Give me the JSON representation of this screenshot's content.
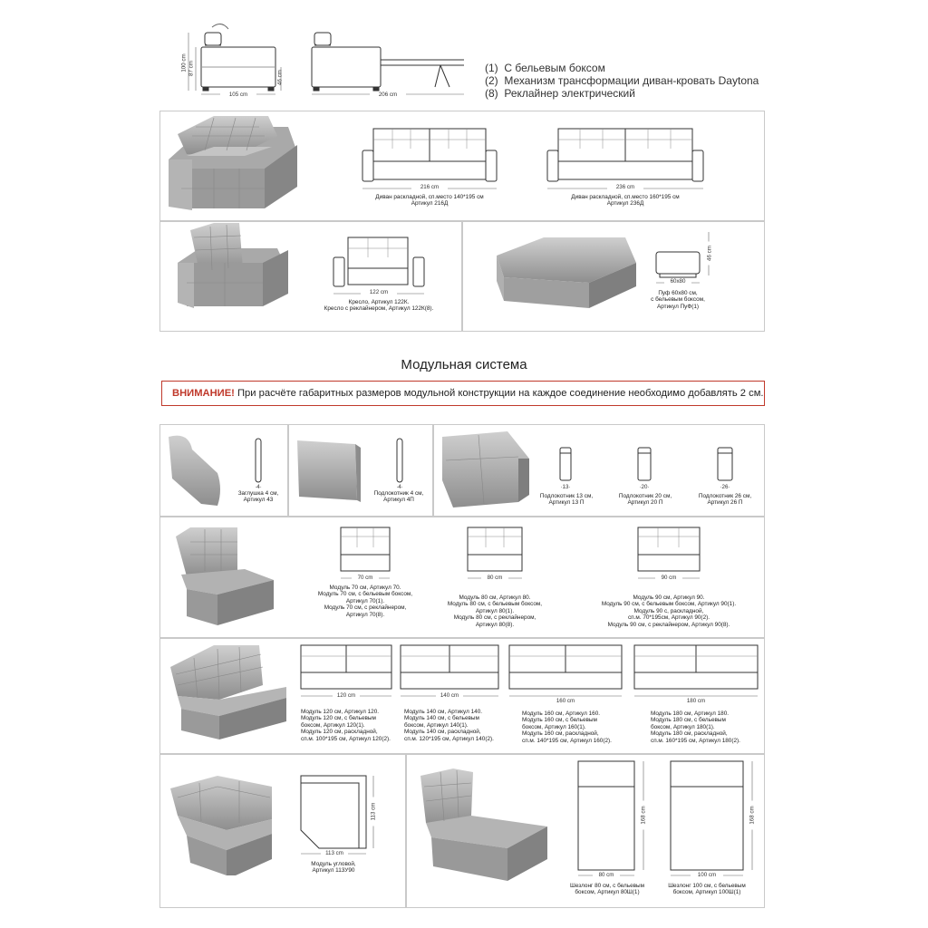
{
  "legend": [
    {
      "code": "(1)",
      "text": "С бельевым боксом"
    },
    {
      "code": "(2)",
      "text": "Механизм  трансформации диван-кровать Daytona"
    },
    {
      "code": "(8)",
      "text": "Реклайнер  электрический"
    }
  ],
  "top_dims": {
    "h100": "100 cm",
    "h87": "87 cm",
    "h46": "46 cm",
    "w105": "105 cm",
    "w206": "206 cm"
  },
  "sofas": {
    "sofa216": {
      "width": "216 cm",
      "line1": "Диван раскладной, сп.место 140*195 см",
      "line2": "Артикул 216Д"
    },
    "sofa236": {
      "width": "236 cm",
      "line1": "Диван раскладной, сп.место 160*195 см",
      "line2": "Артикул 236Д"
    }
  },
  "armchair": {
    "width": "122 cm",
    "line1": "Кресло, Артикул 122К.",
    "line2": "Кресло с реклайнером, Артикул 122К(8)."
  },
  "pouf": {
    "width": "60x80",
    "height": "46 cm",
    "line1": "Пуф 60x80 см,",
    "line2": "с бельевым боксом,",
    "line3": "Артикул ПуФ(1)"
  },
  "section_title": "Модульная система",
  "notice": {
    "warn": "ВНИМАНИЕ!",
    "text": " При расчёте габаритных размеров модульной конструкции на каждое соединение необходимо добавлять 2 см."
  },
  "parts": {
    "plug": {
      "dim": "4",
      "line1": "Заглушка 4 см,",
      "line2": "Артикул 43"
    },
    "arm4": {
      "dim": "4",
      "line1": "Подлокотник 4 см,",
      "line2": "Артикул 4П"
    },
    "arm13": {
      "dim": "13",
      "line1": "Подлокотник 13 см,",
      "line2": "Артикул 13 П"
    },
    "arm20": {
      "dim": "20",
      "line1": "Подлокотник 20 см,",
      "line2": "Артикул 20 П"
    },
    "arm26": {
      "dim": "26",
      "line1": "Подлокотник 26 см,",
      "line2": "Артикул 26 П"
    }
  },
  "modules1": {
    "m70": {
      "width": "70 cm",
      "lines": [
        "Модуль 70 см, Артикул 70.",
        "Модуль 70 см, с бельевым боксом,",
        "Артикул 70(1).",
        "Модуль 70 см, с реклайнером,",
        "Артикул 70(8)."
      ]
    },
    "m80": {
      "width": "80 cm",
      "lines": [
        "Модуль 80 см, Артикул 80.",
        "Модуль 80 см, с бельевым боксом,",
        "Артикул 80(1).",
        "Модуль 80 см, с реклайнером,",
        "Артикул 80(8)."
      ]
    },
    "m90": {
      "width": "90 cm",
      "lines": [
        "Модуль 90 см, Артикул 90.",
        "Модуль 90 см, с бельевым боксом, Артикул 90(1).",
        "Модуль 90 с, раскладной,",
        "сп.м. 70*195см, Артикул 90(2).",
        "Модуль 90 см, с реклайнером, Артикул 90(8)."
      ]
    }
  },
  "modules2": {
    "m120": {
      "width": "120 cm",
      "lines": [
        "Модуль  120  см,  Артикул  120.",
        "Модуль  120  см,  с  бельевым",
        "боксом,  Артикул 120(1).",
        "Модуль  120  см,  раскладной,",
        "сп.м. 100*195 см, Артикул 120(2)."
      ]
    },
    "m140": {
      "width": "140 cm",
      "lines": [
        "Модуль  140  см,  Артикул  140.",
        "Модуль  140  см,  с  бельевым",
        "боксом,  Артикул 140(1).",
        "Модуль  140  см,  раскладной,",
        "сп.м. 120*195 см, Артикул 140(2)."
      ]
    },
    "m160": {
      "width": "160 cm",
      "lines": [
        "Модуль  160  см,  Артикул  160.",
        "Модуль  160  см,  с  бельевым",
        "боксом,  Артикул 160(1).",
        "Модуль  160  см,  раскладной,",
        "сп.м. 140*195 см, Артикул 160(2)."
      ]
    },
    "m180": {
      "width": "180 cm",
      "lines": [
        "Модуль  180  см,  Артикул  180.",
        "Модуль  180  см,  с  бельевым",
        "боксом,  Артикул 180(1).",
        "Модуль  180  см,  раскладной,",
        "сп.м. 160*195 см, Артикул 180(2)."
      ]
    }
  },
  "corner": {
    "width": "113 cm",
    "height": "113 cm",
    "line1": "Модуль угловой,",
    "line2": "Артикул 113У90"
  },
  "chaise": {
    "c80": {
      "width": "80 cm",
      "height": "168 cm",
      "lines": [
        "Шезлонг 80 см, с бельевым",
        "боксом, Артикул 80Ш(1)"
      ]
    },
    "c100": {
      "width": "100 cm",
      "height": "168 cm",
      "lines": [
        "Шезлонг 100 см, с бельевым",
        "боксом, Артикул 100Ш(1)"
      ]
    }
  }
}
